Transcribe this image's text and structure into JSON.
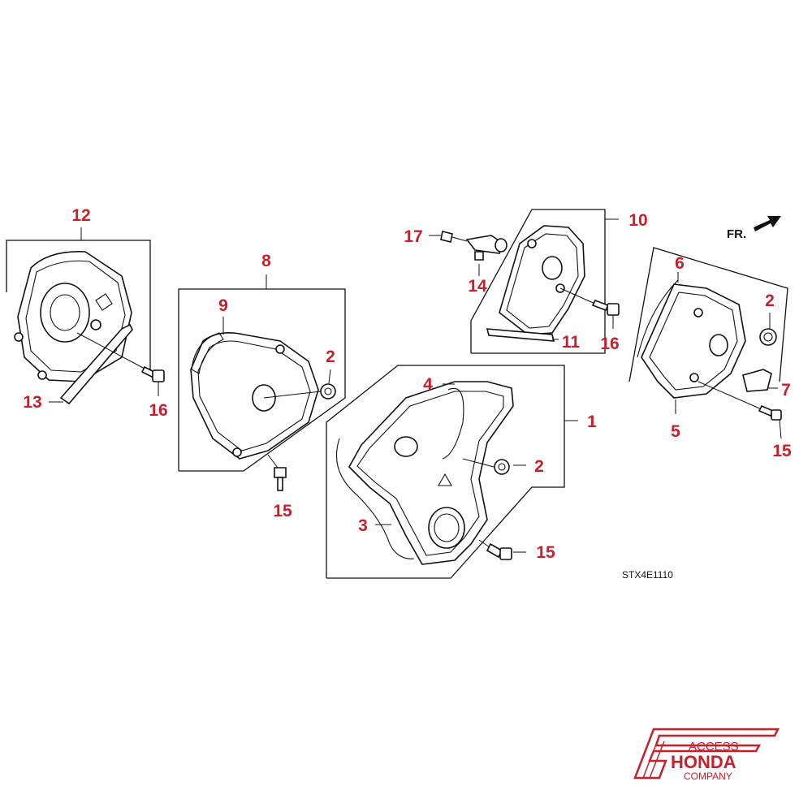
{
  "diagram": {
    "callout_color": "#c7202b",
    "callouts": [
      {
        "id": "c12",
        "label": "12"
      },
      {
        "id": "c13",
        "label": "13"
      },
      {
        "id": "c16a",
        "label": "16"
      },
      {
        "id": "c8",
        "label": "8"
      },
      {
        "id": "c9",
        "label": "9"
      },
      {
        "id": "c2a",
        "label": "2"
      },
      {
        "id": "c15a",
        "label": "15"
      },
      {
        "id": "c17",
        "label": "17"
      },
      {
        "id": "c14",
        "label": "14"
      },
      {
        "id": "c10",
        "label": "10"
      },
      {
        "id": "c11",
        "label": "11"
      },
      {
        "id": "c16b",
        "label": "16"
      },
      {
        "id": "c4",
        "label": "4"
      },
      {
        "id": "c1",
        "label": "1"
      },
      {
        "id": "c2b",
        "label": "2"
      },
      {
        "id": "c3",
        "label": "3"
      },
      {
        "id": "c15b",
        "label": "15"
      },
      {
        "id": "c6",
        "label": "6"
      },
      {
        "id": "c2c",
        "label": "2"
      },
      {
        "id": "c7",
        "label": "7"
      },
      {
        "id": "c5",
        "label": "5"
      },
      {
        "id": "c15c",
        "label": "15"
      }
    ],
    "front_indicator": "FR.",
    "diagram_code": "STX4E1110"
  },
  "logo": {
    "line1": "ACCESS",
    "line2": "HONDA",
    "line3": "COMPANY",
    "color": "#c7202b"
  }
}
